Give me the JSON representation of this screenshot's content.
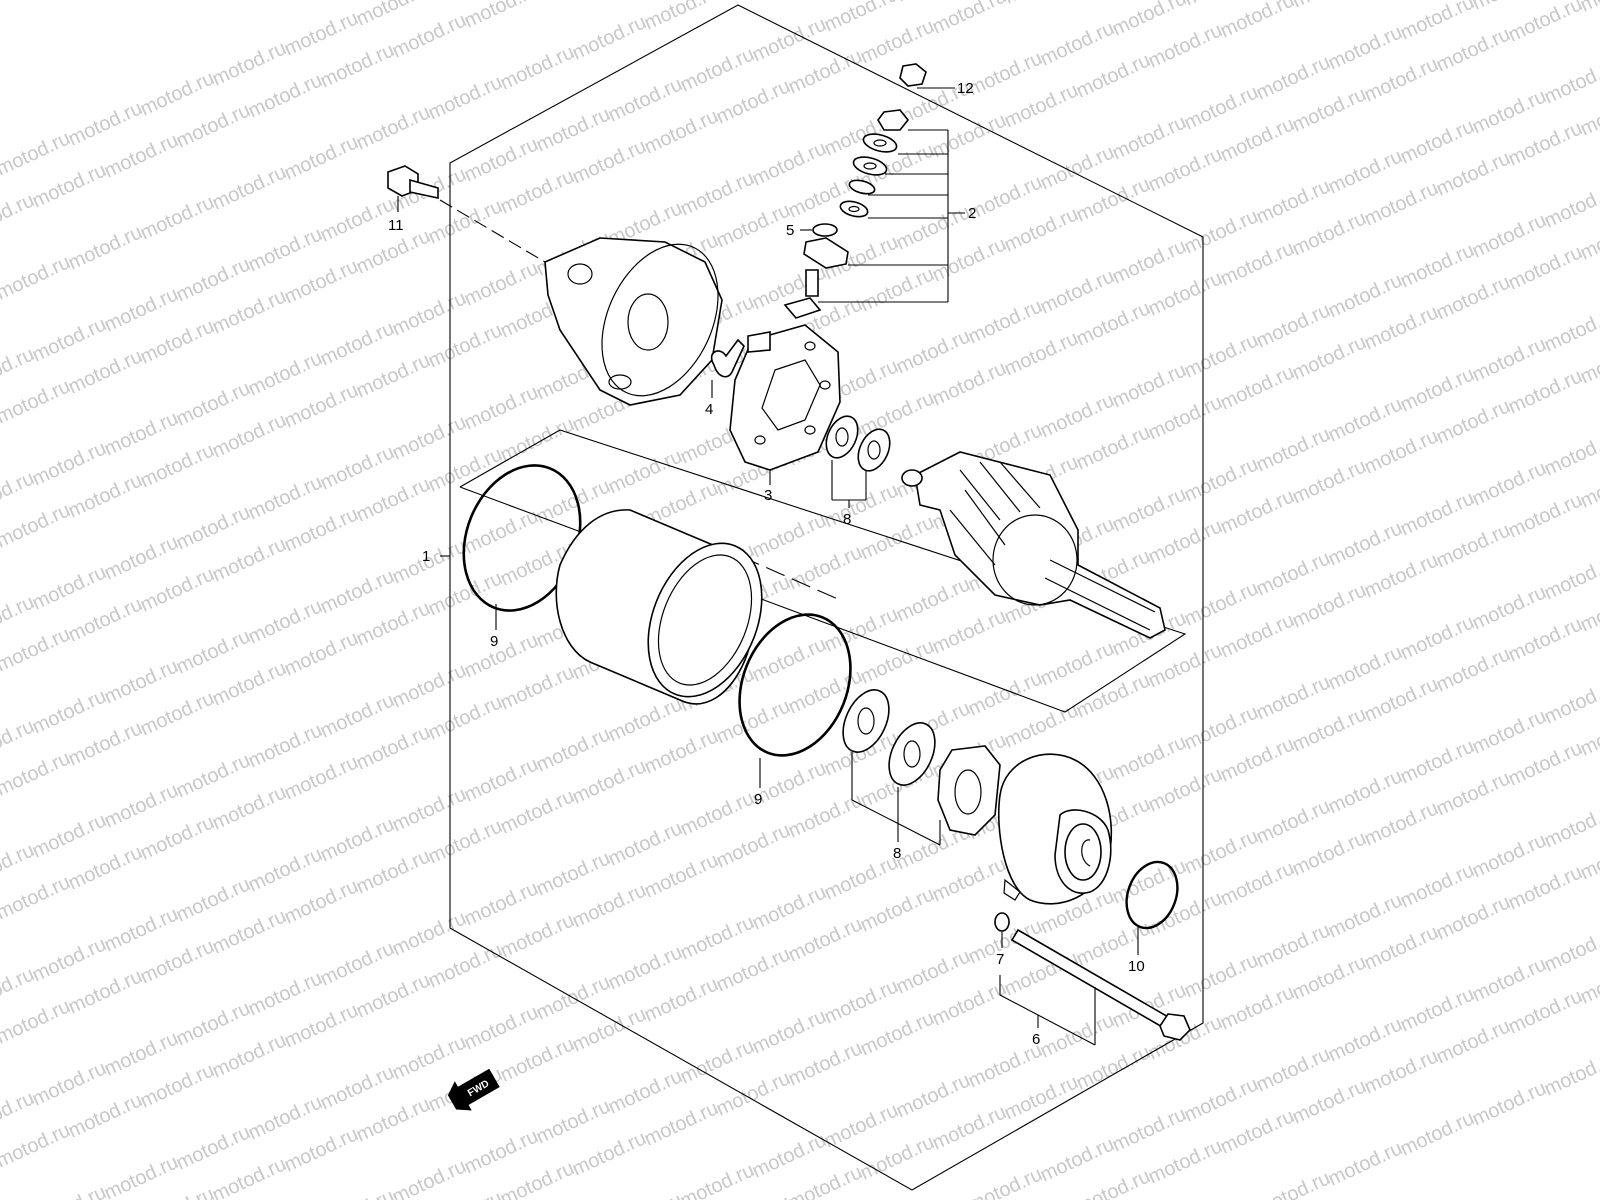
{
  "watermark": {
    "text": "motod.ru",
    "color": "#c8c8c8"
  },
  "callouts": {
    "c1": "1",
    "c2": "2",
    "c3": "3",
    "c4": "4",
    "c5": "5",
    "c6": "6",
    "c7": "7",
    "c8a": "8",
    "c8b": "8",
    "c9a": "9",
    "c9b": "9",
    "c10": "10",
    "c11": "11",
    "c12": "12"
  },
  "fwd_label": "FWD"
}
